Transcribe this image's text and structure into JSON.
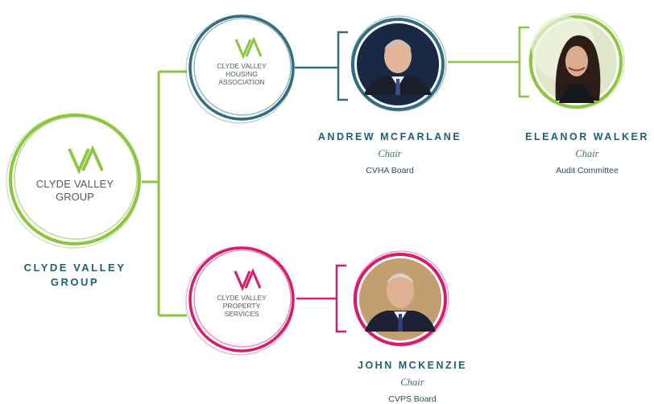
{
  "colors": {
    "group": "#8cc63f",
    "housing": "#2f6e80",
    "property": "#d81b6e",
    "caption": "#1f5f74"
  },
  "group": {
    "logo_line1": "CLYDE VALLEY",
    "logo_line2": "GROUP",
    "caption_line1": "CLYDE VALLEY",
    "caption_line2": "GROUP"
  },
  "housing": {
    "logo_line1": "CLYDE VALLEY",
    "logo_line2": "HOUSING",
    "logo_line3": "ASSOCIATION"
  },
  "property": {
    "logo_line1": "CLYDE VALLEY",
    "logo_line2": "PROPERTY",
    "logo_line3": "SERVICES"
  },
  "people": {
    "andrew": {
      "name": "ANDREW MCFARLANE",
      "role": "Chair",
      "board": "CVHA Board"
    },
    "eleanor": {
      "name": "ELEANOR WALKER",
      "role": "Chair",
      "board": "Audit Committee"
    },
    "john": {
      "name": "JOHN MCKENZIE",
      "role": "Chair",
      "board": "CVPS Board"
    }
  }
}
